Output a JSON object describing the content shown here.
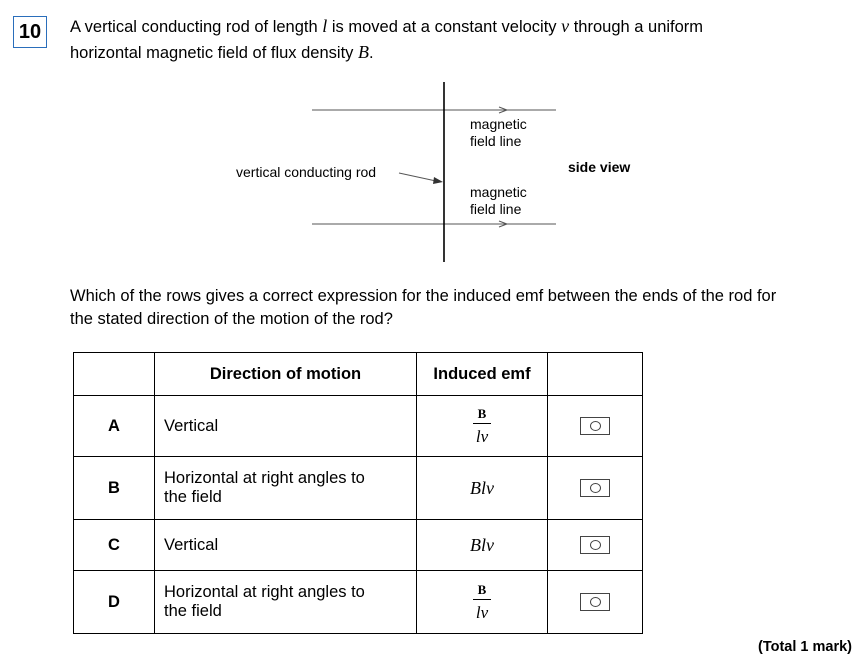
{
  "question": {
    "number": "10",
    "stem_part1": "A vertical conducting rod of length ",
    "var_l": "l",
    "stem_part2": " is moved at a constant velocity ",
    "var_v": "v",
    "stem_part3": " through a uniform",
    "stem_part4": "horizontal magnetic field of flux density ",
    "var_B": "B",
    "stem_part5": ".",
    "prompt_line1": "Which of the rows gives a correct expression for the induced emf between the ends of the rod for",
    "prompt_line2": "the stated direction of the motion of the rod?"
  },
  "diagram": {
    "label_rod": "vertical conducting rod",
    "label_field_top_1": "magnetic",
    "label_field_top_2": "field line",
    "label_field_bottom_1": "magnetic",
    "label_field_bottom_2": "field line",
    "label_view": "side view"
  },
  "table": {
    "header_direction": "Direction of motion",
    "header_emf": "Induced emf",
    "rows": [
      {
        "letter": "A",
        "direction_1": "Vertical",
        "direction_2": "",
        "emf_num": "B",
        "emf_den": "lv",
        "emf": ""
      },
      {
        "letter": "B",
        "direction_1": "Horizontal at right angles to",
        "direction_2": "the field",
        "emf_num": "",
        "emf_den": "",
        "emf": "Blv"
      },
      {
        "letter": "C",
        "direction_1": "Vertical",
        "direction_2": "",
        "emf_num": "",
        "emf_den": "",
        "emf": "Blv"
      },
      {
        "letter": "D",
        "direction_1": "Horizontal at right angles to",
        "direction_2": "the field",
        "emf_num": "B",
        "emf_den": "lv",
        "emf": ""
      }
    ]
  },
  "footer": {
    "total": "(Total 1 mark)"
  }
}
